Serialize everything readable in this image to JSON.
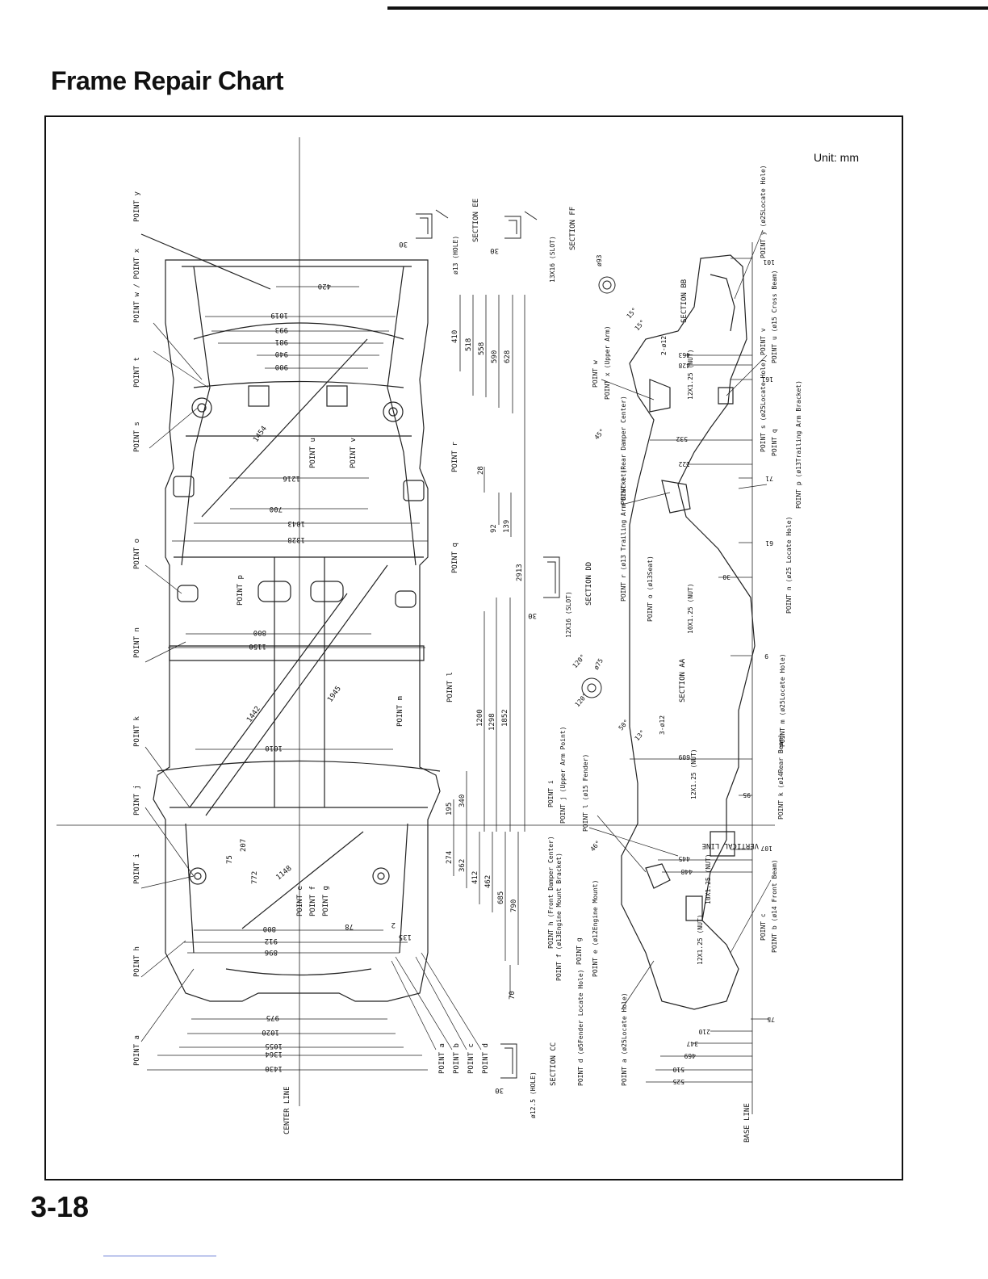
{
  "page": {
    "title": "Frame Repair Chart",
    "unit": "Unit: mm",
    "page_number": "3-18"
  },
  "diagram": {
    "top_view_points": [
      "POINT y",
      "POINT w",
      "POINT x",
      "POINT t",
      "POINT s",
      "POINT o",
      "POINT n",
      "POINT k",
      "POINT j",
      "POINT i",
      "POINT h",
      "POINT a"
    ],
    "top_view_inner_points": [
      "POINT u",
      "POINT v",
      "POINT r",
      "POINT q",
      "POINT p",
      "POINT m",
      "POINT l",
      "POINT e",
      "POINT f",
      "POINT g"
    ],
    "bottom_points": [
      "POINT a",
      "POINT b",
      "POINT c",
      "POINT d"
    ],
    "widths": [
      "1019",
      "993",
      "981",
      "940",
      "900",
      "420",
      "1216",
      "700",
      "1043",
      "1328",
      "800",
      "1150",
      "1010",
      "800",
      "912",
      "896",
      "975",
      "1020",
      "1055",
      "1364",
      "1430"
    ],
    "lengths_right": [
      "410",
      "518",
      "558",
      "590",
      "628",
      "28",
      "92",
      "139",
      "2913",
      "1852",
      "1200",
      "1298",
      "195",
      "340",
      "274",
      "362",
      "412",
      "462",
      "685",
      "790",
      "70"
    ],
    "diagonals": [
      "1454",
      "1442",
      "1945",
      "772",
      "1148"
    ],
    "small_dims": [
      "207",
      "75",
      "78",
      "2",
      "135"
    ],
    "center_line": "CENTER LINE",
    "base_line": "BASE LINE",
    "vertical_line": "VERTICAL LINE",
    "sections": [
      {
        "name": "SECTION EE",
        "note": "ø13 (HOLE)",
        "dim": "30"
      },
      {
        "name": "SECTION FF",
        "note": "13X16 (SLOT)",
        "dim": "30"
      },
      {
        "name": "SECTION DD",
        "note": "12X16 (SLOT)",
        "dim": "30"
      },
      {
        "name": "SECTION CC",
        "note": "ø12.5 (HOLE)",
        "dim": "30"
      },
      {
        "name": "SECTION BB",
        "note": "2-ø12",
        "dim": "ø93"
      },
      {
        "name": "SECTION AA",
        "note": "3-ø12",
        "dim": "ø75"
      }
    ],
    "side_labels": [
      "POINT y (ø25Locate Hole)",
      "POINT v",
      "POINT u (ø15 Cross Beam)",
      "POINT s (ø25Locate Hole)",
      "POINT q",
      "POINT p (ø13Trailing Arm Bracket)",
      "POINT n (ø25 Locate Hole)",
      "POINT m (ø25Locate Hole)",
      "POINT k (ø14Rear Beam)",
      "POINT c",
      "POINT b (ø14 Front Beam)",
      "POINT w",
      "POINT x (Upper Arm)",
      "POINT t (Rear Damper Center)",
      "POINT r (ø13 Trailing Arm Bracket)",
      "POINT o (ø13Seat)",
      "POINT i",
      "POINT j (Upper Arm Point)",
      "POINT l (ø15 Fender)",
      "POINT h (Front Damper Center)",
      "POINT f (ø13Engine Mount Bracket)",
      "POINT g",
      "POINT e (ø12Engine Mount)",
      "POINT d (ø5Fender Locate Hole)",
      "POINT a (ø25Locate Hole)"
    ],
    "side_dims": [
      "101",
      "463",
      "428",
      "12X1.25 (NUT)",
      "161",
      "532",
      "122",
      "71",
      "61",
      "30",
      "10X1.25 (NUT)",
      "9",
      "609",
      "12X1.25 (NUT)",
      "95",
      "107",
      "445",
      "448",
      "10X1.25 (NUT)",
      "12X1.25 (NUT)",
      "75",
      "210",
      "347",
      "469",
      "510",
      "525"
    ],
    "angles": [
      "15°",
      "15°",
      "45°",
      "120°",
      "120°",
      "50°",
      "13°",
      "46°"
    ]
  }
}
